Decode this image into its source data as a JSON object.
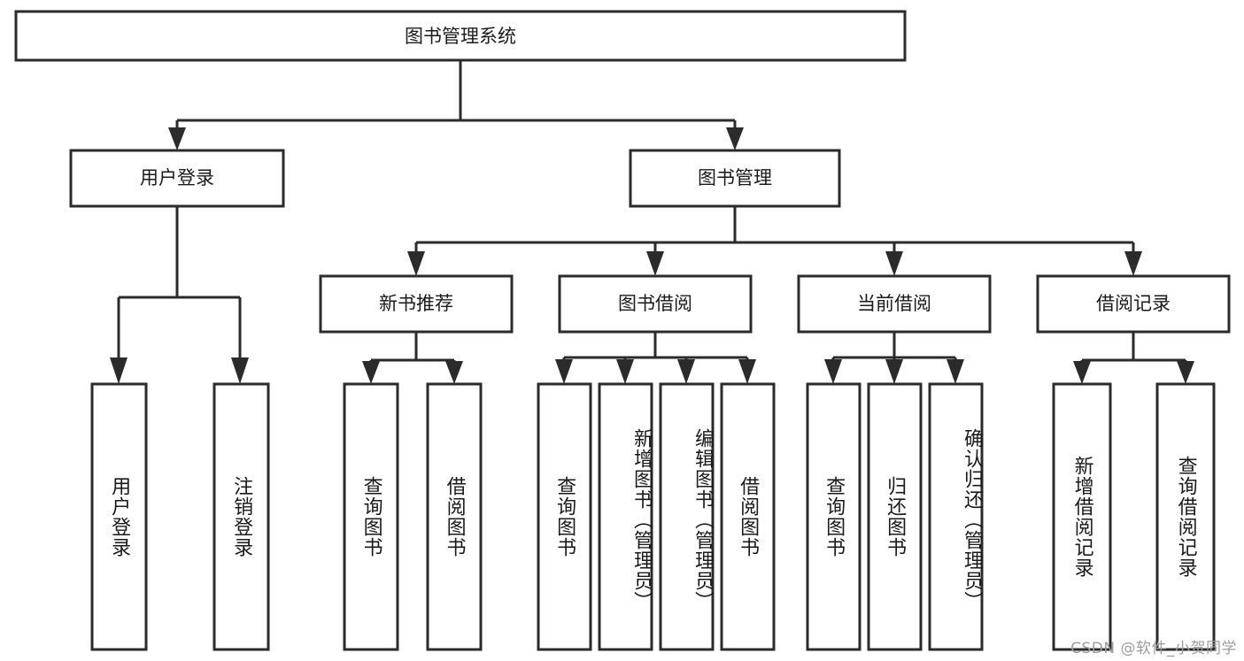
{
  "diagram": {
    "type": "hierarchy-tree",
    "title": "图书管理系统",
    "root": {
      "label": "图书管理系统"
    },
    "level2": [
      {
        "label": "用户登录"
      },
      {
        "label": "图书管理"
      }
    ],
    "level3": [
      {
        "label": "新书推荐"
      },
      {
        "label": "图书借阅"
      },
      {
        "label": "当前借阅"
      },
      {
        "label": "借阅记录"
      }
    ],
    "leaves": {
      "user_login": [
        {
          "label": "用户登录"
        },
        {
          "label": "注销登录"
        }
      ],
      "new_book_recommend": [
        {
          "label": "查询图书"
        },
        {
          "label": "借阅图书"
        }
      ],
      "book_borrow": [
        {
          "label": "查询图书"
        },
        {
          "label": "新增图书（管理员）"
        },
        {
          "label": "编辑图书（管理员）"
        },
        {
          "label": "借阅图书"
        }
      ],
      "current_borrow": [
        {
          "label": "查询图书"
        },
        {
          "label": "归还图书"
        },
        {
          "label": "确认归还（管理员）"
        }
      ],
      "borrow_record": [
        {
          "label": "新增借阅记录"
        },
        {
          "label": "查询借阅记录"
        }
      ]
    }
  },
  "watermark": {
    "text": "CSDN @软件_小贺同学"
  },
  "colors": {
    "box_stroke": "#2b2b2b",
    "box_fill": "#ffffff",
    "text": "#1a1a1a",
    "watermark": "#9d9d9d",
    "background": "#ffffff"
  }
}
